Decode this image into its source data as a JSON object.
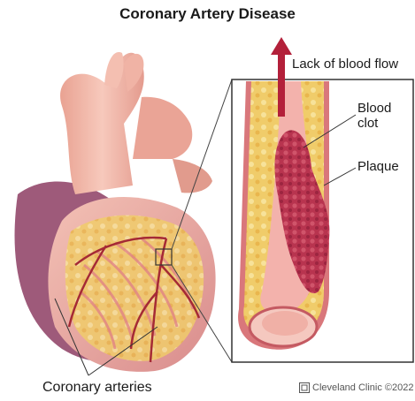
{
  "title": "Coronary Artery Disease",
  "labels": {
    "blood_flow": "Lack of blood flow",
    "blood_clot_line1": "Blood",
    "blood_clot_line2": "clot",
    "plaque": "Plaque",
    "coronary_arteries": "Coronary arteries"
  },
  "credit": {
    "brand": "Cleveland Clinic",
    "year": "©2022"
  },
  "colors": {
    "heart": "#e8a39a",
    "heart_dark": "#b96a6e",
    "aorta": "#f2b3a6",
    "plaque": "#efc864",
    "clot": "#b8344f",
    "artery_wall": "#d9777b",
    "arrow": "#b3203a"
  }
}
